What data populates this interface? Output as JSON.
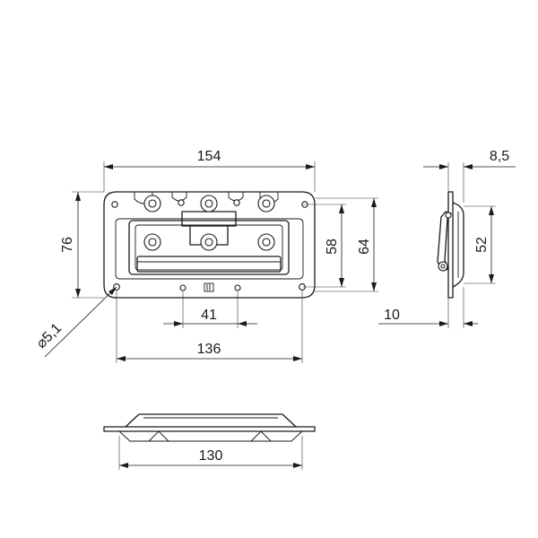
{
  "drawing": {
    "views": [
      "front",
      "side",
      "bottom"
    ],
    "dimensions": {
      "width_overall": "154",
      "height_overall": "76",
      "height_58": "58",
      "height_64": "64",
      "hole_diameter": "⌀5,1",
      "hole_spacing": "41",
      "mount_spacing": "136",
      "side_depth": "8,5",
      "side_height": "52",
      "side_offset": "10",
      "bottom_width": "130"
    }
  }
}
